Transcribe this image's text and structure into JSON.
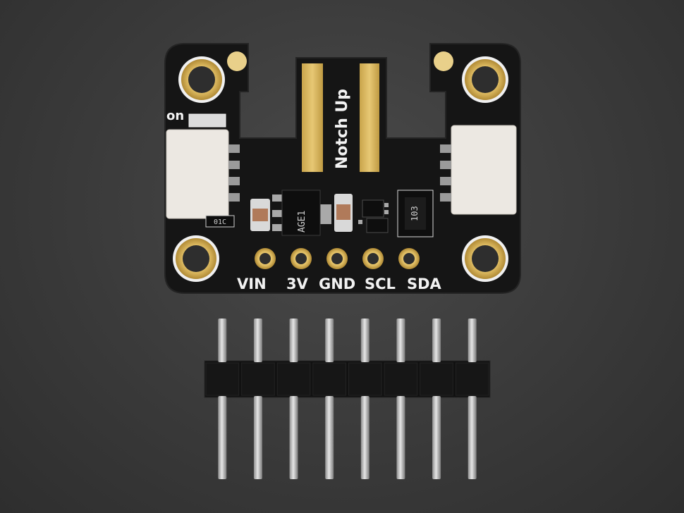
{
  "board": {
    "colors": {
      "pcb": "#141414",
      "gold": "#d6b25a",
      "silkscreen": "#f2f2f2",
      "connector": "#e8e4de",
      "background": "#3a3a3a"
    },
    "label_on": "on",
    "notch_text": "Notch Up",
    "chip_left_mark": "AGE1",
    "chip_right_mark": "103",
    "resistor_mark": "01C",
    "pins": [
      {
        "label": "VIN"
      },
      {
        "label": "3V"
      },
      {
        "label": "GND"
      },
      {
        "label": "SCL"
      },
      {
        "label": "SDA"
      }
    ]
  },
  "header": {
    "pin_count": 8
  }
}
